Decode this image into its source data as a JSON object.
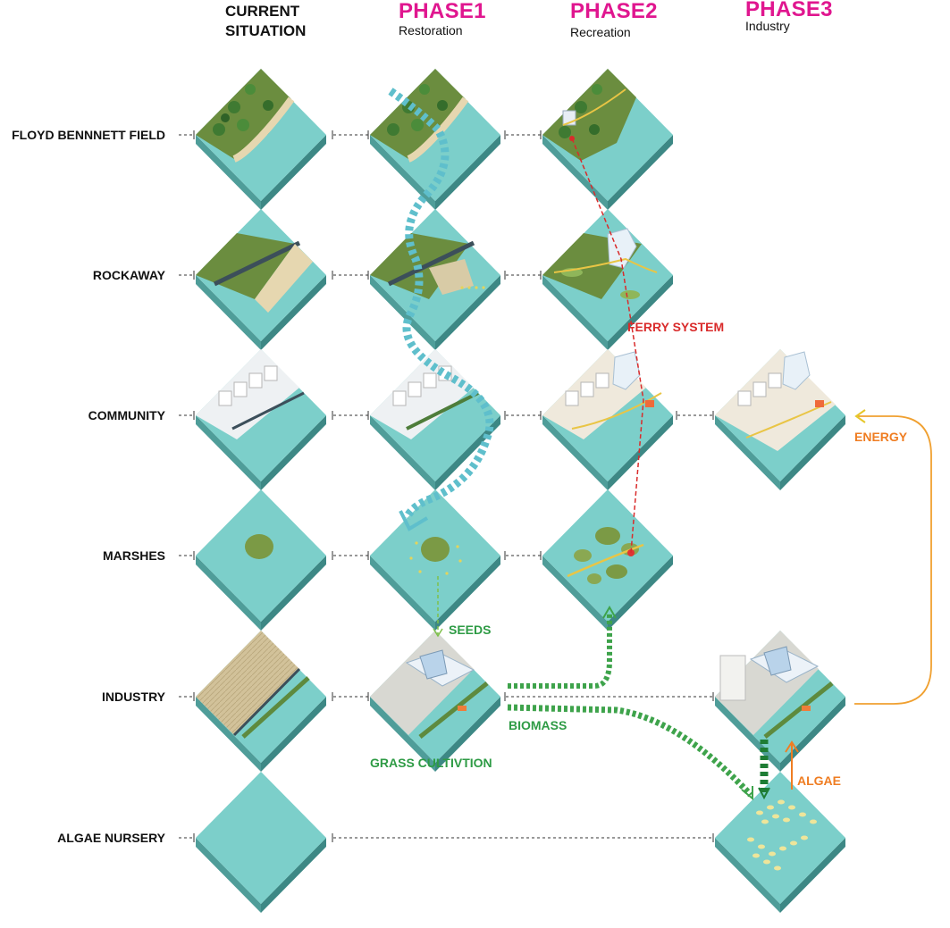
{
  "header": {
    "current": {
      "line1": "CURRENT",
      "line2": "SITUATION"
    },
    "phases": [
      {
        "title": "PHASE1",
        "subtitle": "Restoration"
      },
      {
        "title": "PHASE2",
        "subtitle": "Recreation"
      },
      {
        "title": "PHASE3",
        "subtitle": "Industry"
      }
    ]
  },
  "rows": [
    {
      "label": "FLOYD BENNNETT FIELD"
    },
    {
      "label": "ROCKAWAY"
    },
    {
      "label": "COMMUNITY"
    },
    {
      "label": "MARSHES"
    },
    {
      "label": "INDUSTRY"
    },
    {
      "label": "ALGAE NURSERY"
    }
  ],
  "flows": {
    "ferry": "FERRY SYSTEM",
    "energy": "ENERGY",
    "seeds": "SEEDS",
    "biomass": "BIOMASS",
    "grass": "GRASS CULTIVTION",
    "algae": "ALGAE"
  },
  "colors": {
    "phase": "#e0168f",
    "ferry": "#d92b2b",
    "energy": "#ef7d22",
    "green": "#2e9b45",
    "teal": "#5fbfcc",
    "water": "#7ccfca"
  }
}
